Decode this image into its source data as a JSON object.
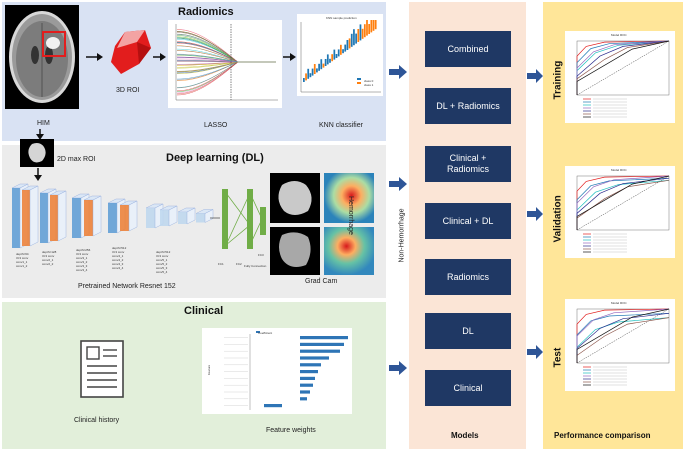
{
  "radiomics": {
    "title": "Radiomics",
    "him_label": "HIM",
    "roi3d_label": "3D ROI",
    "lasso_label": "LASSO",
    "knn_label": "KNN  classifier",
    "knn_chart_title": "KNN sample prediction",
    "knn_legend": [
      "class 0",
      "class 1"
    ]
  },
  "dl": {
    "title": "Deep learning (DL)",
    "roi2d_label": "2D max ROI",
    "network_label": "Pretrained Network Resnet 152",
    "gradcam_label": "Grad Cam",
    "hemorrhage_label": "Hemorrhage",
    "non_hemorrhage_label": "Non-Hemorrhage",
    "fc_labels": [
      "FC1",
      "FC2",
      "Fully Connection",
      "FC3"
    ],
    "layer_groups": [
      [
        "depth=64",
        "3×3 conv",
        "conv1_1",
        "conv1_2"
      ],
      [
        "depth=128",
        "3×3 conv",
        "conv2_1",
        "conv2_2"
      ],
      [
        "depth=256",
        "3×3 conv",
        "conv3_1",
        "conv3_2",
        "conv3_3",
        "conv3_4"
      ],
      [
        "depth=512",
        "3×3 conv",
        "conv4_1",
        "conv4_2",
        "conv4_3",
        "conv4_4"
      ],
      [
        "depth=512",
        "3×3 conv",
        "conv5_1",
        "conv5_2",
        "conv5_3",
        "conv5_4"
      ]
    ]
  },
  "clinical": {
    "title": "Clinical",
    "history_label": "Clinical history",
    "weights_label": "Feature weights",
    "chart_legend": "Coefficient",
    "chart_ylabel": "Feature"
  },
  "models": {
    "title": "Models",
    "items": [
      "Combined",
      "DL + Radiomics",
      "Clinical +\nRadiomics",
      "Clinical + DL",
      "Radiomics",
      "DL",
      "Clinical"
    ]
  },
  "performance": {
    "title": "Performance comparison",
    "rows": [
      "Training",
      "Validation",
      "Test"
    ],
    "roc_title": "Model ROC"
  },
  "colors": {
    "radiomics_bg": "#d9e2f3",
    "dl_bg": "#ececec",
    "clinical_bg": "#e2efda",
    "models_bg": "#fbe5d6",
    "performance_bg": "#ffe699",
    "model_box": "#1f3864",
    "arrow": "#2e5597"
  }
}
